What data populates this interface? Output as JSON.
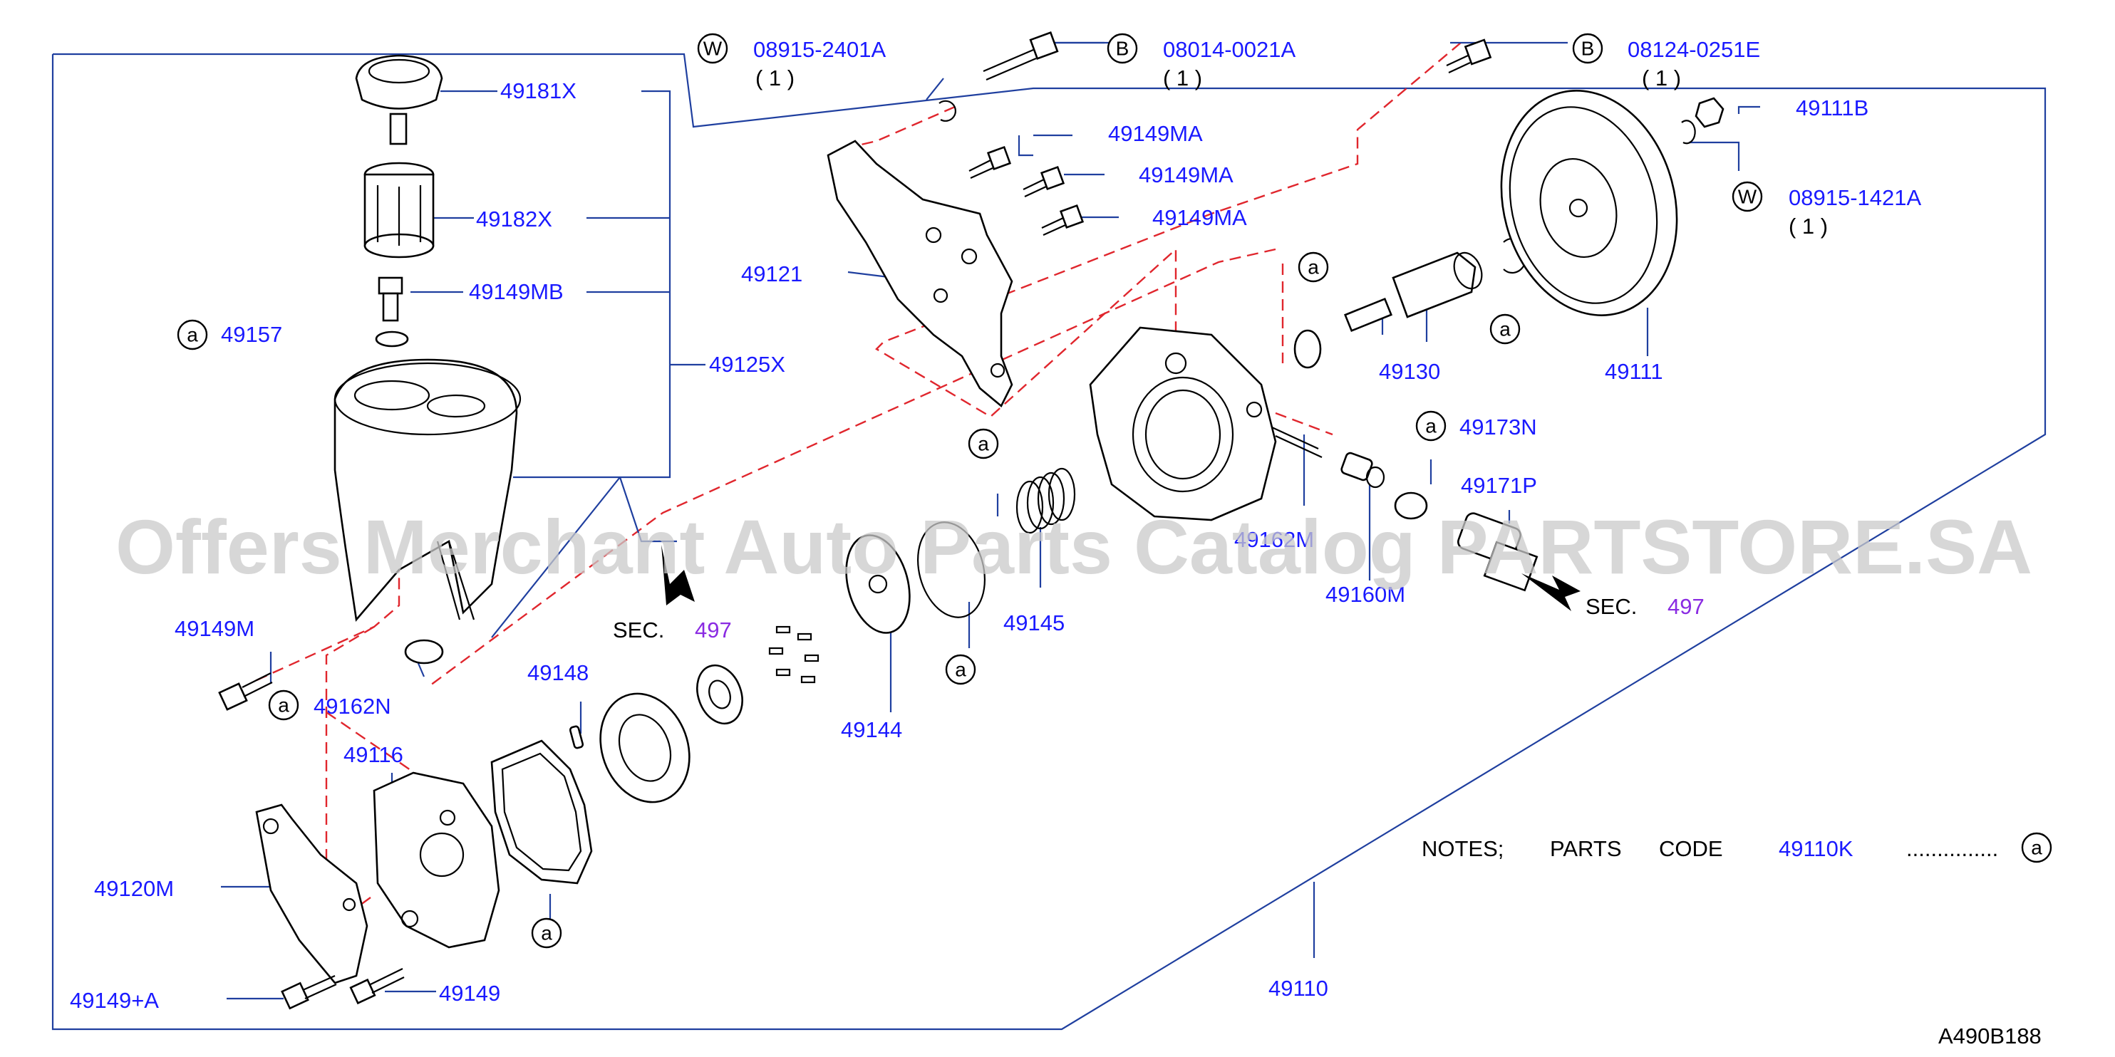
{
  "labels": {
    "p49181x": "49181X",
    "p49182x": "49182X",
    "p49149mb": "49149MB",
    "p49157": "49157",
    "p49125x": "49125X",
    "p49149m": "49149M",
    "p49162n": "49162N",
    "p49148": "49148",
    "p49116": "49116",
    "p49120m": "49120M",
    "p49149a": "49149+A",
    "p49149": "49149",
    "p49110": "49110",
    "p49121": "49121",
    "p49149ma_1": "49149MA",
    "p49149ma_2": "49149MA",
    "p49149ma_3": "49149MA",
    "p49144": "49144",
    "p49145": "49145",
    "p49130": "49130",
    "p49111": "49111",
    "p49111b": "49111B",
    "p49173n": "49173N",
    "p49171p": "49171P",
    "p49162m": "49162M",
    "p49160m": "49160M",
    "w1_code": "08915-2401A",
    "w1_qty": "( 1 )",
    "b1_code": "08014-0021A",
    "b1_qty": "( 1 )",
    "b2_code": "08124-0251E",
    "b2_qty": "( 1 )",
    "w2_code": "08915-1421A",
    "w2_qty": "( 1 )"
  },
  "symbols": {
    "washer": "W",
    "bolt": "B",
    "kit_ref": "a"
  },
  "sec_refs": {
    "left_label": "SEC.",
    "left_num": "497",
    "right_label": "SEC.",
    "right_num": "497"
  },
  "notes": {
    "prefix": "NOTES;",
    "parts_code": "PARTS",
    "code_word": "CODE",
    "kit_number": "49110K",
    "dots": "...............",
    "kit_symbol": "a"
  },
  "diagram_id": "A490B188",
  "watermark": "Offers Merchant Auto Parts Catalog PARTSTORE.SA",
  "colors": {
    "part_number": "#1a1aff",
    "leader_line": "#1f3f9f",
    "assembly_dash": "#e0262d",
    "sec_number": "#8a2be2",
    "text": "#000000"
  }
}
